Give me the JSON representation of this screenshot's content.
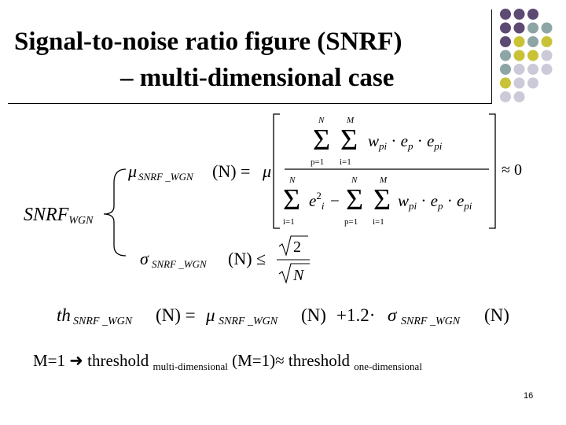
{
  "slide": {
    "title_line1": "Signal-to-noise ratio figure (SNRF)",
    "title_line2": "– multi-dimensional case",
    "page_number": "16"
  },
  "formula": {
    "snrf_label": "SNRF",
    "snrf_sub": "WGN",
    "mu": "μ",
    "sigma": "σ",
    "mu_sub": "SNRF _WGN",
    "arg": "(N) =",
    "arg_le": "(N) ≤",
    "approx_zero": "≈ 0",
    "sum_N": "N",
    "sum_M": "M",
    "sum_p1": "p=1",
    "sum_i1": "i=1",
    "num_term": "w",
    "sqrt2": "√2",
    "sqrtN": "√N",
    "th_eq_text": "th",
    "th_factor": "+1.2·"
  },
  "footer": {
    "lead": "M=1",
    "arrow": "➜",
    "t1": "threshold",
    "s1": "multi-dimensional",
    "mid": "(M=1)≈",
    "t2": "threshold",
    "s2": "one-dimensional"
  },
  "colors": {
    "purple": "#5c4a72",
    "teal": "#8ea5a6",
    "olive": "#c9c237",
    "lavender": "#cccad8"
  }
}
